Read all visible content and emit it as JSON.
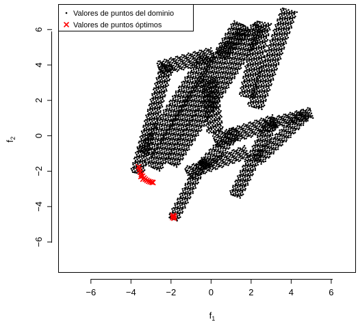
{
  "chart_data": {
    "type": "scatter",
    "xlabel": "f",
    "xlabel_sub": "1",
    "ylabel": "f",
    "ylabel_sub": "2",
    "xlim": [
      -7.6,
      7.2
    ],
    "ylim": [
      -7.7,
      7.4
    ],
    "x_ticks": [
      -6,
      -4,
      -2,
      0,
      2,
      4,
      6
    ],
    "y_ticks": [
      -6,
      -4,
      -2,
      0,
      2,
      4,
      6
    ],
    "grid": false,
    "legend_position": "top-left",
    "legend": [
      {
        "label": "Valores de puntos del dominio",
        "marker": "dot",
        "color": "#000000"
      },
      {
        "label": "Valores de puntos óptimos",
        "marker": "x",
        "color": "#ff0000"
      }
    ],
    "series": [
      {
        "name": "Valores de puntos del dominio",
        "description_ref": "dense band-shaped cloud",
        "color": "#000000",
        "bands": [
          {
            "start": [
              -3.7,
              -2.1
            ],
            "end": [
              -2.2,
              4.0
            ],
            "width": 0.55
          },
          {
            "start": [
              -2.6,
              3.8
            ],
            "end": [
              0.1,
              4.6
            ],
            "width": 0.7
          },
          {
            "start": [
              -3.3,
              -1.0
            ],
            "end": [
              -0.2,
              4.4
            ],
            "width": 0.7
          },
          {
            "start": [
              -2.9,
              -1.8
            ],
            "end": [
              1.5,
              6.3
            ],
            "width": 0.75
          },
          {
            "start": [
              -2.0,
              -1.6
            ],
            "end": [
              2.4,
              6.2
            ],
            "width": 0.65
          },
          {
            "start": [
              0.5,
              4.5
            ],
            "end": [
              1.8,
              6.1
            ],
            "width": 0.55
          },
          {
            "start": [
              0.2,
              0.2
            ],
            "end": [
              -0.1,
              3.2
            ],
            "width": 0.7
          },
          {
            "start": [
              1.8,
              2.2
            ],
            "end": [
              2.6,
              6.4
            ],
            "width": 0.7
          },
          {
            "start": [
              2.2,
              1.6
            ],
            "end": [
              3.9,
              7.1
            ],
            "width": 0.7
          },
          {
            "start": [
              -1.9,
              -4.7
            ],
            "end": [
              -0.5,
              -1.7
            ],
            "width": 0.45
          },
          {
            "start": [
              -0.5,
              -1.7
            ],
            "end": [
              -0.2,
              -1.5
            ],
            "width": 0.45
          },
          {
            "start": [
              -0.3,
              -1.6
            ],
            "end": [
              1.3,
              0.3
            ],
            "width": 0.6
          },
          {
            "start": [
              -1.2,
              -2.1
            ],
            "end": [
              1.8,
              -0.9
            ],
            "width": 0.6
          },
          {
            "start": [
              0.2,
              -0.3
            ],
            "end": [
              3.2,
              0.8
            ],
            "width": 0.7
          },
          {
            "start": [
              1.2,
              -3.4
            ],
            "end": [
              3.0,
              0.7
            ],
            "width": 0.55
          },
          {
            "start": [
              3.0,
              0.7
            ],
            "end": [
              5.0,
              1.3
            ],
            "width": 0.5
          },
          {
            "start": [
              2.3,
              -1.4
            ],
            "end": [
              4.7,
              1.2
            ],
            "width": 0.55
          }
        ]
      },
      {
        "name": "Valores de puntos óptimos",
        "color": "#ff0000",
        "points": [
          [
            -3.62,
            -1.75
          ],
          [
            -3.58,
            -1.9
          ],
          [
            -3.54,
            -2.05
          ],
          [
            -3.48,
            -2.18
          ],
          [
            -3.42,
            -2.28
          ],
          [
            -3.35,
            -2.38
          ],
          [
            -3.28,
            -2.46
          ],
          [
            -3.2,
            -2.52
          ],
          [
            -3.12,
            -2.57
          ],
          [
            -3.04,
            -2.6
          ],
          [
            -2.96,
            -2.62
          ],
          [
            -2.9,
            -2.64
          ],
          [
            -3.5,
            -2.3
          ],
          [
            -3.4,
            -2.45
          ],
          [
            -1.9,
            -4.5
          ],
          [
            -1.88,
            -4.58
          ],
          [
            -1.85,
            -4.66
          ],
          [
            -1.92,
            -4.62
          ],
          [
            -1.84,
            -4.54
          ]
        ]
      }
    ]
  }
}
